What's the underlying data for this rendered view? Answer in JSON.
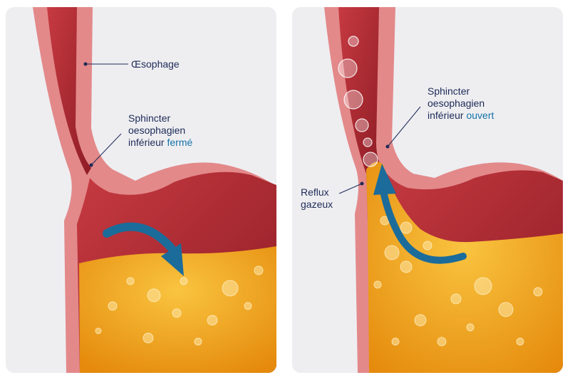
{
  "left_panel": {
    "label_esophagus": "Œsophage",
    "label_sphincter": {
      "line1": "Sphincter",
      "line2": "oesophagien",
      "line3": "inférieur",
      "state": "fermé"
    }
  },
  "right_panel": {
    "label_sphincter": {
      "line1": "Sphincter",
      "line2": "oesophagien",
      "line3": "inférieur",
      "state": "ouvert"
    },
    "label_reflux": {
      "line1": "Reflux",
      "line2": "gazeux"
    }
  },
  "colors": {
    "panel_bg": "#eeeef1",
    "tissue": "#e3898a",
    "lumen": "#a8252e",
    "acid": "#f2a21a",
    "arrow": "#1b6c9a",
    "label_text": "#1d2a57",
    "accent_text": "#1673a8"
  },
  "icons": [
    "closed-arrow-icon",
    "reflux-arrow-icon",
    "gas-bubble-icon"
  ]
}
